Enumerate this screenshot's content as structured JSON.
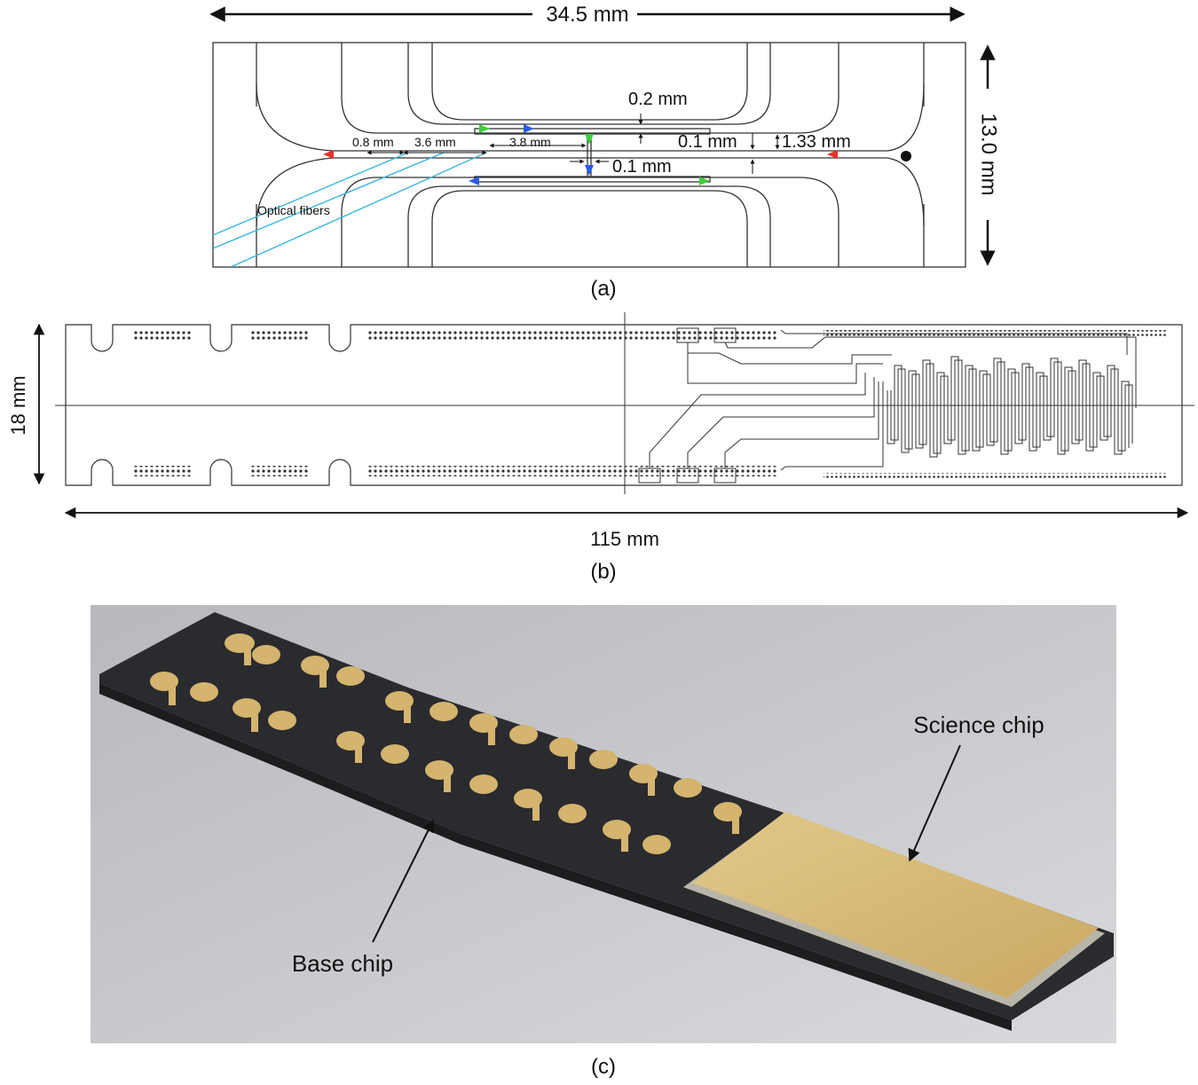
{
  "panel_a": {
    "width_label": "34.5 mm",
    "height_label": "13.0 mm",
    "dims": {
      "d_0_2": "0.2 mm",
      "d_0_1_top": "0.1 mm",
      "d_1_33": "1.33 mm",
      "d_0_1_center": "0.1 mm",
      "d_0_8": "0.8 mm",
      "d_3_6": "3.6 mm",
      "d_3_8": "3.8 mm"
    },
    "fibers_label": "Optical fibers",
    "caption": "(a)",
    "colors": {
      "red": "#e8322a",
      "green": "#3ccf3c",
      "blue": "#2a5ae8",
      "fiber": "#39b7dc"
    }
  },
  "panel_b": {
    "height_label": "18 mm",
    "width_label": "115 mm",
    "caption": "(b)"
  },
  "panel_c": {
    "science_label": "Science chip",
    "base_label": "Base chip",
    "caption": "(c)",
    "colors": {
      "background": "#c6c8cc",
      "chip": "#2a2b2e",
      "gold": "#d4b46e"
    }
  }
}
